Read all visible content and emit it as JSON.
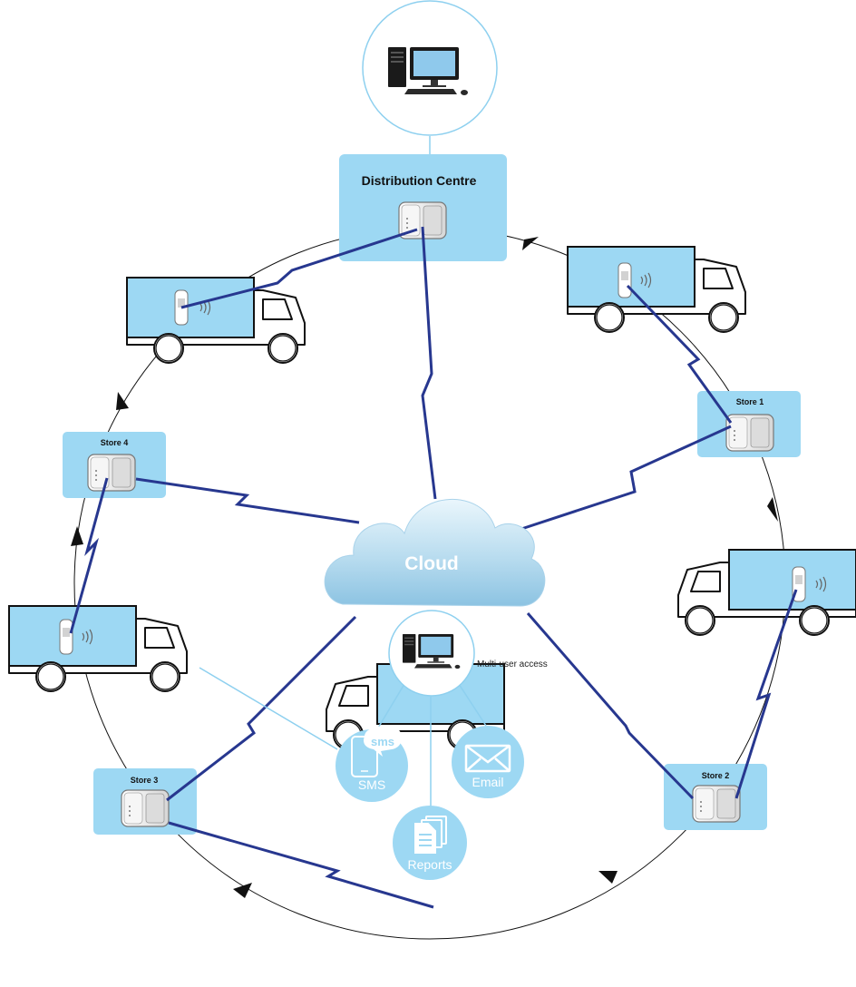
{
  "hubs": {
    "distribution_centre": "Distribution Centre",
    "store1": "Store 1",
    "store2": "Store 2",
    "store3": "Store 3",
    "store4": "Store 4"
  },
  "cloud": {
    "label": "Cloud"
  },
  "access": {
    "label": "Multi-user access"
  },
  "alerts": {
    "sms": "SMS",
    "sms_icon_text": "sms",
    "email": "Email",
    "reports": "Reports"
  },
  "colors": {
    "box_fill": "#9dd8f3",
    "link_line": "#27378f",
    "alert_circle": "#9dd8f3",
    "outline": "#111111"
  },
  "icons": [
    "desktop-computer-icon",
    "data-logger-icon",
    "wireless-signal-icon",
    "truck-icon",
    "cloud-icon",
    "phone-icon",
    "envelope-icon",
    "documents-icon"
  ]
}
